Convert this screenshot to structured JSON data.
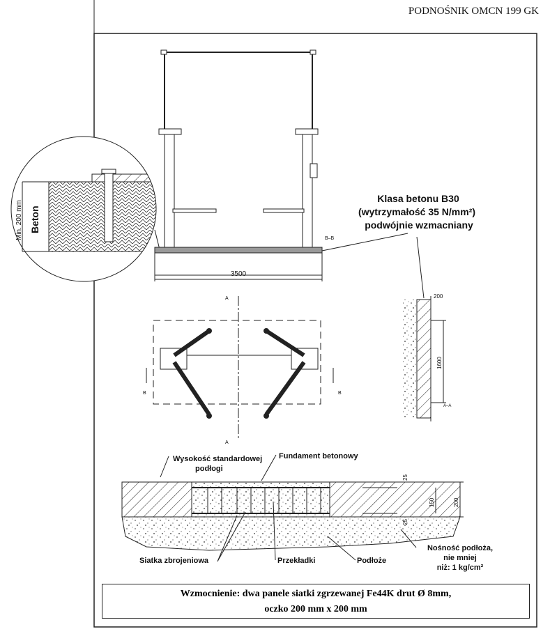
{
  "header": {
    "title": "PODNOŚNIK OMCN 199 GK"
  },
  "detail": {
    "dim_label": "Min. 200 mm",
    "material": "Beton"
  },
  "elevation": {
    "width_dim": "3500",
    "section_mark": "B–B"
  },
  "concrete_note": {
    "line1": "Klasa betonu B30",
    "line2": "(wytrzymałość 35 N/mm²)",
    "line3": "podwójnie wzmacniany"
  },
  "plan": {
    "mark_a": "A",
    "mark_b": "B"
  },
  "side_section": {
    "dim_width": "200",
    "dim_length": "1600",
    "section_mark": "A–A"
  },
  "foundation": {
    "floor_height": "Wysokość standardowej",
    "floor_height2": "podłogi",
    "foundation": "Fundament betonowy",
    "mesh": "Siatka zbrojeniowa",
    "spacers": "Przekładki",
    "subsoil": "Podłoże",
    "capacity1": "Nośność podłoża,",
    "capacity2": "nie mniej",
    "capacity3": "niż: 1 kg/cm²",
    "dim_top": "25",
    "dim_mid": "150",
    "dim_total": "200",
    "dim_bottom": "25"
  },
  "footer_note": {
    "line1": "Wzmocnienie: dwa panele siatki zgrzewanej Fe44K drut Ø 8mm,",
    "line2": "oczko 200 mm x 200 mm"
  }
}
